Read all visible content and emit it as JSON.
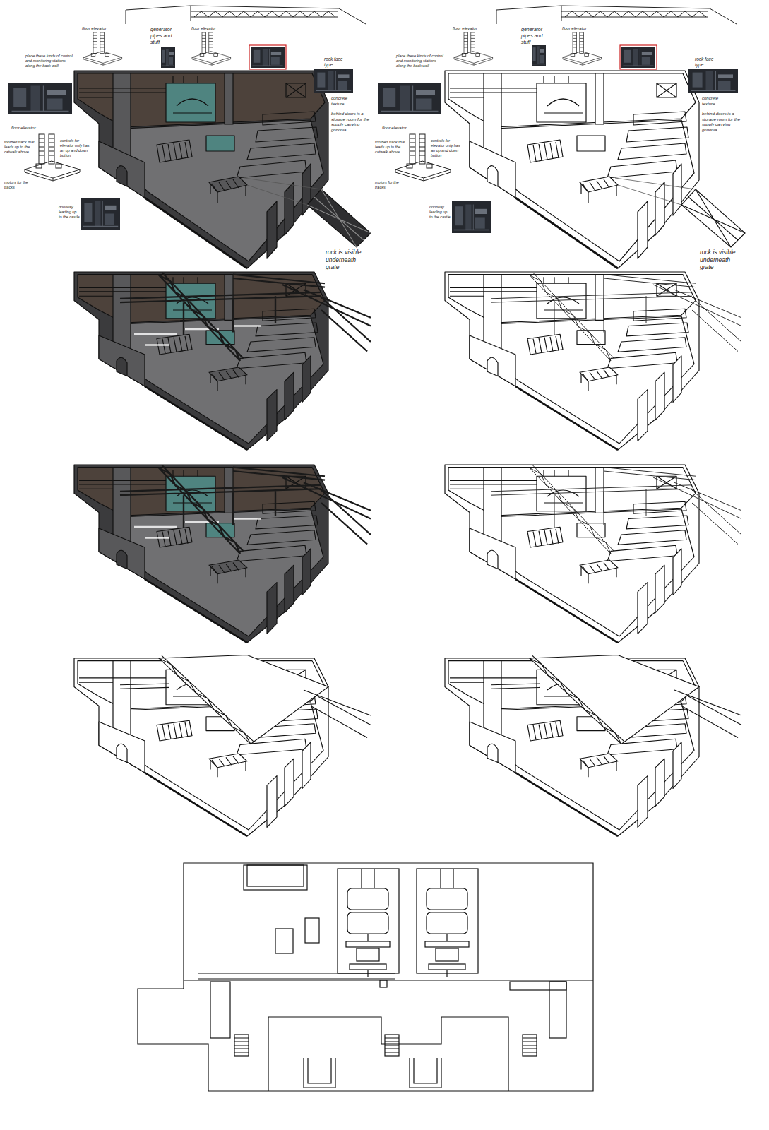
{
  "diagram": {
    "labels": [
      "floor elevator",
      "generator pipes and stuff",
      "floor elevator",
      "place these kinds of control and monitoring stations along the back wall",
      "rock face type",
      "concrete texture",
      "behind doors is a storage room for the supply carrying gondola",
      "floor elevator",
      "toothed track that leads up to the catwalk above",
      "controls for elevator only has an up and down button",
      "motors for the tracks",
      "doorway leading up to the castle",
      "rock is visible underneath grate",
      "floor elevator",
      "generator pipes and stuff",
      "floor elevator",
      "place these kinds of control and monitoring stations along the back wall",
      "rock face type",
      "concrete texture",
      "behind doors is a storage room for the supply carrying gondola",
      "floor elevator",
      "toothed track that leads up to the catwalk above",
      "controls for elevator only has an up and down button",
      "motors for the tracks",
      "doorway leading up to the castle",
      "rock is visible underneath grate"
    ]
  }
}
